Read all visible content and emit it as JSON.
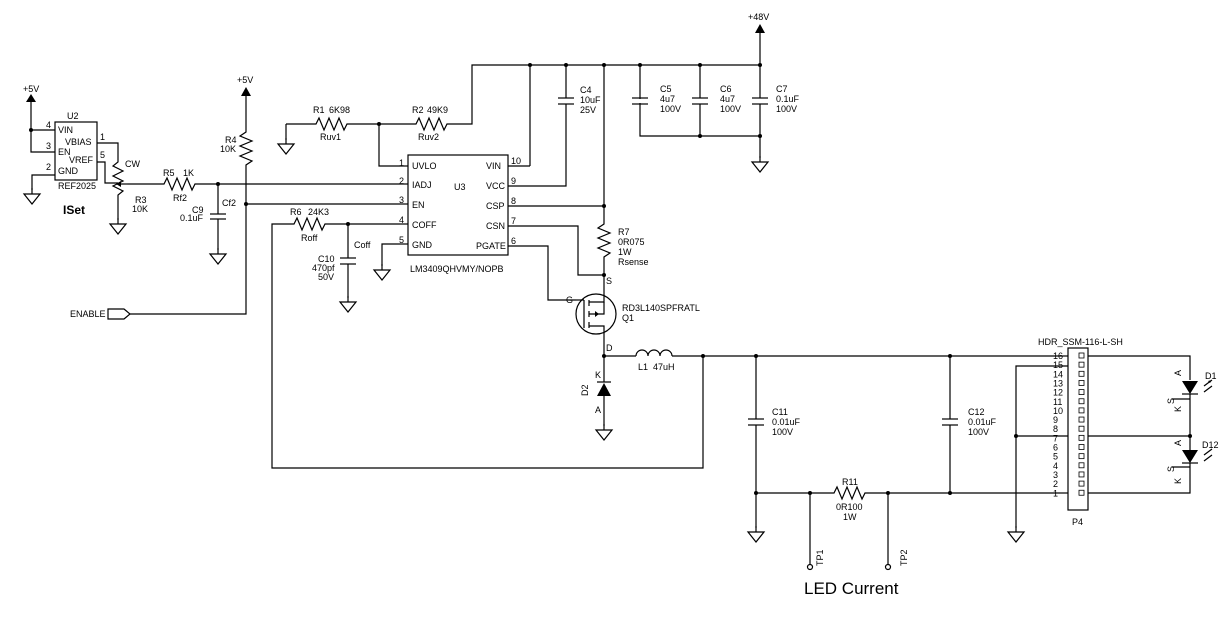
{
  "supplies": {
    "p5v_a": "+5V",
    "p5v_b": "+5V",
    "p48v": "+48V"
  },
  "u2": {
    "ref": "U2",
    "part": "REF2025",
    "pins": {
      "vin": "VIN",
      "vbias": "VBIAS",
      "en": "EN",
      "vref": "VREF",
      "gnd": "GND"
    },
    "pin_nums": {
      "vin": "4",
      "vbias": "1",
      "en": "3",
      "vref": "5",
      "gnd": "2"
    }
  },
  "labels": {
    "iset": "ISet",
    "cw": "CW",
    "enable": "ENABLE",
    "led_current": "LED Current"
  },
  "r1": {
    "ref": "R1",
    "value": "6K98",
    "name": "Ruv1"
  },
  "r2": {
    "ref": "R2",
    "value": "49K9",
    "name": "Ruv2"
  },
  "r3": {
    "ref": "R3",
    "value": "10K"
  },
  "r4": {
    "ref": "R4",
    "value": "10K"
  },
  "r5": {
    "ref": "R5",
    "value": "1K",
    "name": "Rf2"
  },
  "r6": {
    "ref": "R6",
    "value": "24K3",
    "name": "Roff"
  },
  "r7": {
    "ref": "R7",
    "value": "0R075",
    "power": "1W",
    "name": "Rsense"
  },
  "r11": {
    "ref": "R11",
    "value": "0R100",
    "power": "1W"
  },
  "c4": {
    "ref": "C4",
    "value": "10uF",
    "voltage": "25V"
  },
  "c5": {
    "ref": "C5",
    "value": "4u7",
    "voltage": "100V"
  },
  "c6": {
    "ref": "C6",
    "value": "4u7",
    "voltage": "100V"
  },
  "c7": {
    "ref": "C7",
    "value": "0.1uF",
    "voltage": "100V"
  },
  "c9": {
    "ref": "C9",
    "value": "0.1uF",
    "name": "Cf2"
  },
  "c10": {
    "ref": "C10",
    "value": "470pf",
    "voltage": "50V",
    "name": "Coff"
  },
  "c11": {
    "ref": "C11",
    "value": "0.01uF",
    "voltage": "100V"
  },
  "c12": {
    "ref": "C12",
    "value": "0.01uF",
    "voltage": "100V"
  },
  "l1": {
    "ref": "L1",
    "value": "47uH"
  },
  "d2": {
    "ref": "D2",
    "k": "K",
    "a": "A"
  },
  "q1": {
    "ref": "Q1",
    "part": "RD3L140SPFRATL",
    "g": "G",
    "s": "S",
    "d": "D"
  },
  "u3": {
    "ref": "U3",
    "part": "LM3409QHVMY/NOPB",
    "left_pins": [
      {
        "num": "1",
        "name": "UVLO"
      },
      {
        "num": "2",
        "name": "IADJ"
      },
      {
        "num": "3",
        "name": "EN"
      },
      {
        "num": "4",
        "name": "COFF"
      },
      {
        "num": "5",
        "name": "GND"
      }
    ],
    "right_pins": [
      {
        "num": "10",
        "name": "VIN"
      },
      {
        "num": "9",
        "name": "VCC"
      },
      {
        "num": "8",
        "name": "CSP"
      },
      {
        "num": "7",
        "name": "CSN"
      },
      {
        "num": "6",
        "name": "PGATE"
      }
    ]
  },
  "p4": {
    "ref": "P4",
    "part": "HDR_SSM-116-L-SH",
    "pins": [
      "16",
      "15",
      "14",
      "13",
      "12",
      "11",
      "10",
      "9",
      "8",
      "7",
      "6",
      "5",
      "4",
      "3",
      "2",
      "1"
    ]
  },
  "d1": {
    "ref": "D1",
    "a": "A",
    "k": "K",
    "s": "S"
  },
  "d12": {
    "ref": "D12",
    "a": "A",
    "k": "K",
    "s": "S"
  },
  "tp1": {
    "ref": "TP1"
  },
  "tp2": {
    "ref": "TP2"
  }
}
